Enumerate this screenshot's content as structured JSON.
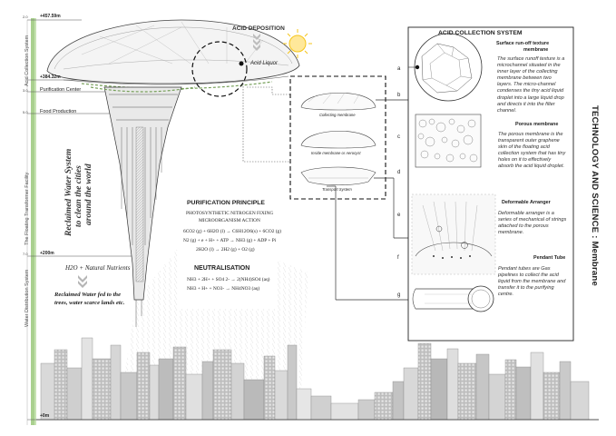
{
  "side_title": "TECHNOLOGY AND SCIENCE : Membrane",
  "colors": {
    "green_axis": "#a9d08e",
    "accent_yellow": "#f5c518",
    "dashed_box": "#111111"
  },
  "axis": {
    "vertical_labels": [
      "Acid Collection System",
      "The Floating Transformer Facility",
      "Water Distribution System"
    ],
    "levels": [
      {
        "marker": "2.0",
        "value": "+457.59m"
      },
      {
        "marker": "",
        "value": "+384.32m"
      },
      {
        "marker": "3.0",
        "value": "Purification Center"
      },
      {
        "marker": "5.0",
        "value": "Food Production"
      },
      {
        "marker": "7.0",
        "value": "+200m"
      },
      {
        "marker": "",
        "value": "+0m"
      }
    ]
  },
  "tower": {
    "acid_deposition": "ACID DEPOSITION",
    "acid_liquor": "Acid Liquor",
    "slogan": [
      "Reclaimed Water System",
      "to clean the cities",
      "around the world"
    ],
    "nutrients": "H2O + Natural Nutrients",
    "reclaimed_lines": [
      "Reclaimed Water fed to the",
      "trees, water scarce lands etc."
    ]
  },
  "membranes": {
    "collecting": "Collecting membrane",
    "inside": "Inside membrane or Aerocyst",
    "transport": "Transport System"
  },
  "purification": {
    "title": "PURIFICATION PRINCIPLE",
    "subtitle_lines": [
      "PHOTOSYNTHETIC NITROGEN FIXING",
      "MICROORGANISM ACTION"
    ],
    "equations": [
      "6CO2 (g) + 6H2O (l) → C6H12O6(s) + 6CO2 (g)",
      "N2 (g) + e + H+ + ATP → NH3 (g) + ADP + Pi",
      "2H2O (l) → 2H2 (g) + O2 (g)"
    ],
    "neutral_title": "NEUTRALISATION",
    "neutral_equations": [
      "NH3 + 2H+ + SO4 2- → 2(NH4)SO4 (aq)",
      "NH3 + H+ + NO3- → NH4NO3 (aq)"
    ]
  },
  "acs": {
    "title": "ACID COLLECTION SYSTEM",
    "sections": [
      {
        "heading_lines": [
          "Surface run-off texture",
          "membrane"
        ],
        "text": "The surface runoff texture is a microchannel situated in the inner layer of the collecting membrane between two layers. The micro-channel condenses the tiny acid liquid droplet into a large liquid drop and directs it into the filter channel."
      },
      {
        "heading_lines": [
          "Porous membrane"
        ],
        "text": "The porous membrane is the transparent outer graphene skin of the floating acid collection system that has tiny holes on it to effectively absorb the acid liquid droplet."
      },
      {
        "heading_lines": [
          "Deformable Arranger"
        ],
        "text": "Deformable arranger is a series of mechanical of strings attached to the porous membrane."
      },
      {
        "heading_lines": [
          "Pendant Tube"
        ],
        "text": "Pendant tubes are Gas pipelines to collect the acid liquid from the membrane and transfer it to the purifying centre."
      }
    ],
    "callouts": [
      "a",
      "b",
      "c",
      "d",
      "e",
      "f",
      "g"
    ]
  }
}
